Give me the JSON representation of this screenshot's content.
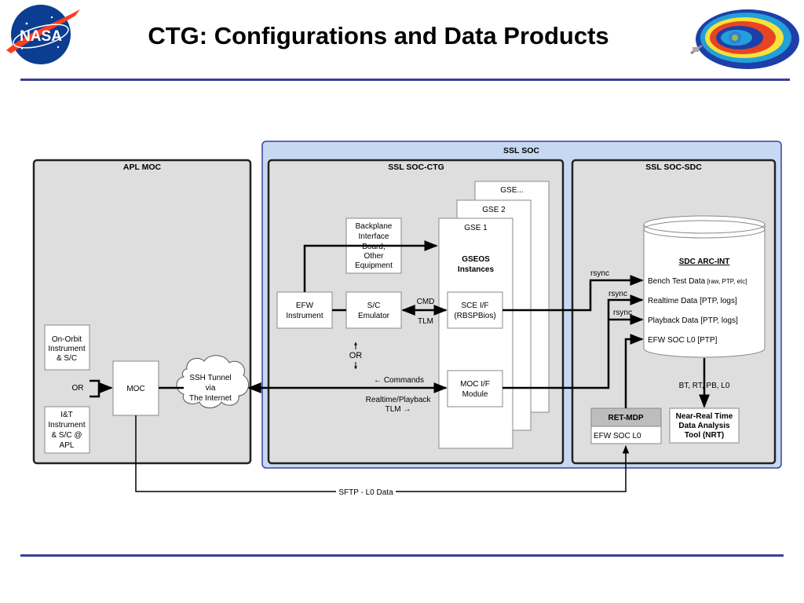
{
  "slide": {
    "title": "CTG: Configurations and Data Products",
    "logo_left_icon": "nasa-meatball-logo",
    "logo_right_icon": "radiation-belt-graphic",
    "accent_color": "#3b3f9a"
  },
  "diagram": {
    "ssl_soc": "SSL SOC",
    "apl_moc": "APL MOC",
    "ssl_soc_ctg": "SSL SOC-CTG",
    "ssl_soc_sdc": "SSL SOC-SDC",
    "on_orbit": [
      "On-Orbit",
      "Instrument",
      "& S/C"
    ],
    "or_left": "OR",
    "it_instrument": [
      "I&T",
      "Instrument",
      "& S/C @",
      "APL"
    ],
    "moc": "MOC",
    "ssh_tunnel": [
      "SSH Tunnel",
      "via",
      "The Internet"
    ],
    "efw_instrument": [
      "EFW",
      "Instrument"
    ],
    "backplane": [
      "Backplane",
      "Interface",
      "Board,",
      "Other",
      "Equipment"
    ],
    "sc_emulator": [
      "S/C",
      "Emulator"
    ],
    "cmd": "CMD",
    "tlm": "TLM",
    "or_middle": "OR",
    "commands": "← Commands",
    "realtime_playback": [
      "Realtime/Playback",
      "TLM →"
    ],
    "gse_more": "GSE...",
    "gse2": "GSE 2",
    "gse1": "GSE 1",
    "gseos": [
      "GSEOS",
      "Instances"
    ],
    "sce_if": [
      "SCE I/F",
      "(RBSPBios)"
    ],
    "moc_if": [
      "MOC I/F",
      "Module"
    ],
    "rsync1": "rsync",
    "rsync2": "rsync",
    "rsync3": "rsync",
    "sdc_arc": "SDC ARC-INT",
    "bench_test": "Bench Test Data",
    "bench_test_small": " [raw, PTP, etc]",
    "realtime_data": "Realtime Data [PTP, logs]",
    "playback_data": "Playback Data [PTP, logs]",
    "efw_soc_l0": "EFW SOC L0 [PTP]",
    "bt_rt": "BT, RT, PB, L0",
    "ret_mdp": "RET-MDP",
    "ret_efw": "EFW SOC L0",
    "nrt": [
      "Near-Real Time",
      "Data Analysis",
      "Tool (NRT)"
    ],
    "sftp": "SFTP - L0 Data"
  }
}
